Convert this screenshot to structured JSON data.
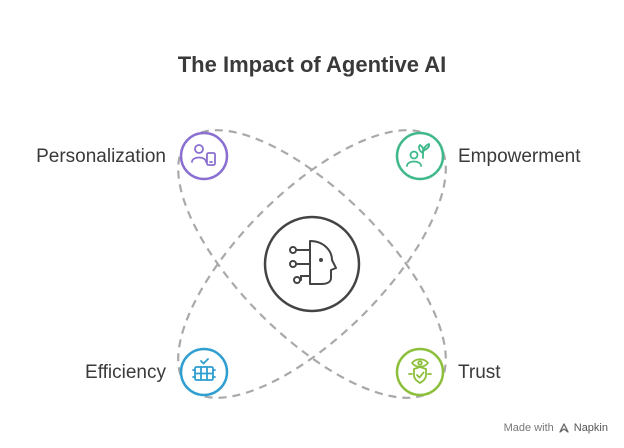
{
  "title": "The Impact of Agentive AI",
  "nodes": {
    "personalization": {
      "label": "Personalization",
      "color": "#8a6fd1",
      "icon": "user-device-icon"
    },
    "empowerment": {
      "label": "Empowerment",
      "color": "#3fb98b",
      "icon": "growth-plant-icon"
    },
    "efficiency": {
      "label": "Efficiency",
      "color": "#2f9fd0",
      "icon": "server-check-icon"
    },
    "trust": {
      "label": "Trust",
      "color": "#8cbf3a",
      "icon": "eye-shield-icon"
    }
  },
  "center": {
    "icon": "ai-head-circuit-icon",
    "color": "#444444"
  },
  "watermark": {
    "prefix": "Made with",
    "brand": "Napkin"
  }
}
